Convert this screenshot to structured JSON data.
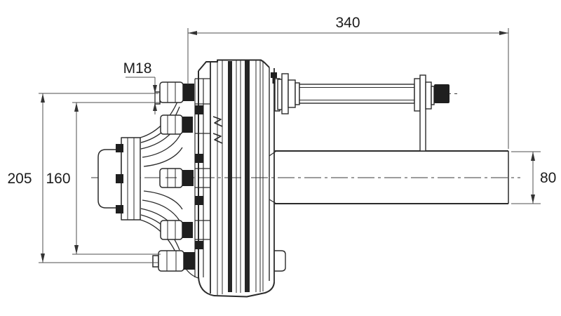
{
  "drawing": {
    "kind": "technical-drawing",
    "subject": "trailer axle with brake drum, hub and camshaft",
    "background_color": "#ffffff",
    "outline_color": "#2b2b2b",
    "dimension_line_color": "#4f4f4f",
    "dimensions": {
      "overall_length": "340",
      "stud_thread": "M18",
      "flange_outer": "205",
      "bolt_circle": "160",
      "axle_tube_height": "80"
    }
  }
}
